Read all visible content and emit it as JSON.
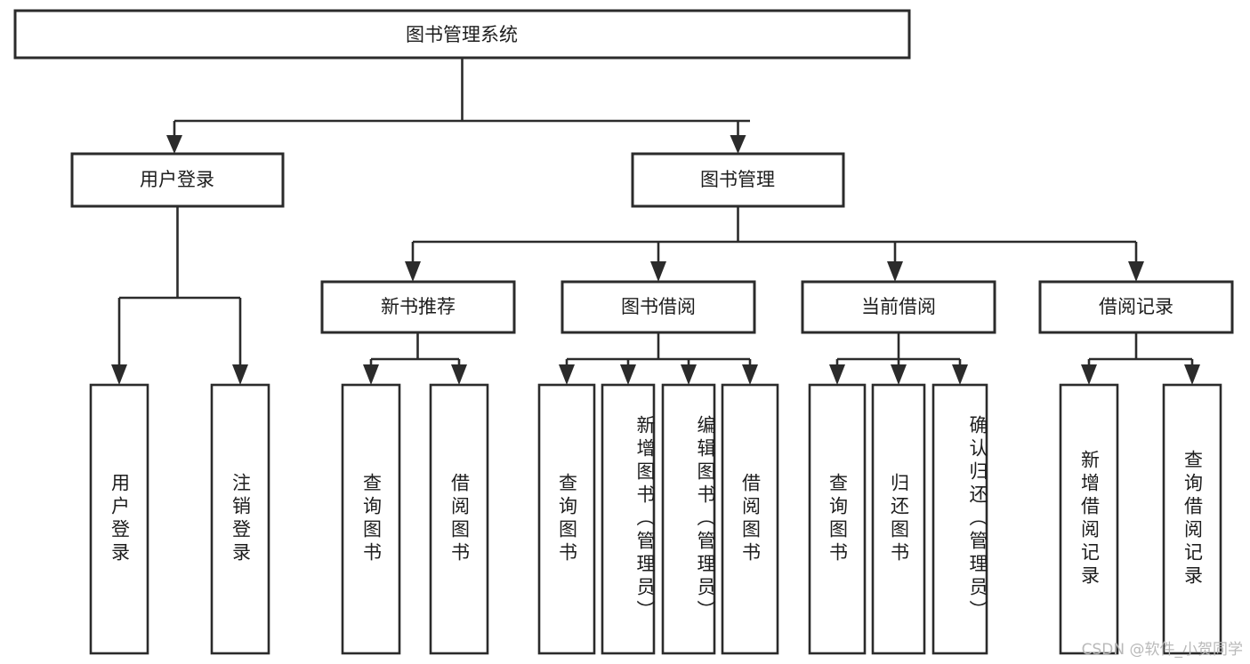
{
  "diagram": {
    "title": "图书管理系统",
    "type": "tree",
    "orientation": "top-down",
    "colors": {
      "stroke": "#2b2b2b",
      "fill": "#ffffff",
      "text": "#1d1d1d",
      "watermark": "#b9b9b9",
      "background": "#ffffff"
    },
    "root": {
      "label": "图书管理系统"
    },
    "level2": [
      {
        "label": "用户登录"
      },
      {
        "label": "图书管理"
      }
    ],
    "level3": [
      {
        "label": "新书推荐"
      },
      {
        "label": "图书借阅"
      },
      {
        "label": "当前借阅"
      },
      {
        "label": "借阅记录"
      }
    ],
    "leaves": {
      "user_login": [
        {
          "label": "用户登录"
        },
        {
          "label": "注销登录"
        }
      ],
      "new_book_recommend": [
        {
          "label": "查询图书"
        },
        {
          "label": "借阅图书"
        }
      ],
      "book_borrow": [
        {
          "label": "查询图书"
        },
        {
          "label": "新增图书（管理员）"
        },
        {
          "label": "编辑图书（管理员）"
        },
        {
          "label": "借阅图书"
        }
      ],
      "current_borrow": [
        {
          "label": "查询图书"
        },
        {
          "label": "归还图书"
        },
        {
          "label": "确认归还（管理员）"
        }
      ],
      "borrow_record": [
        {
          "label": "新增借阅记录"
        },
        {
          "label": "查询借阅记录"
        }
      ]
    }
  },
  "watermark": {
    "text": "CSDN @软件_小贺同学"
  }
}
